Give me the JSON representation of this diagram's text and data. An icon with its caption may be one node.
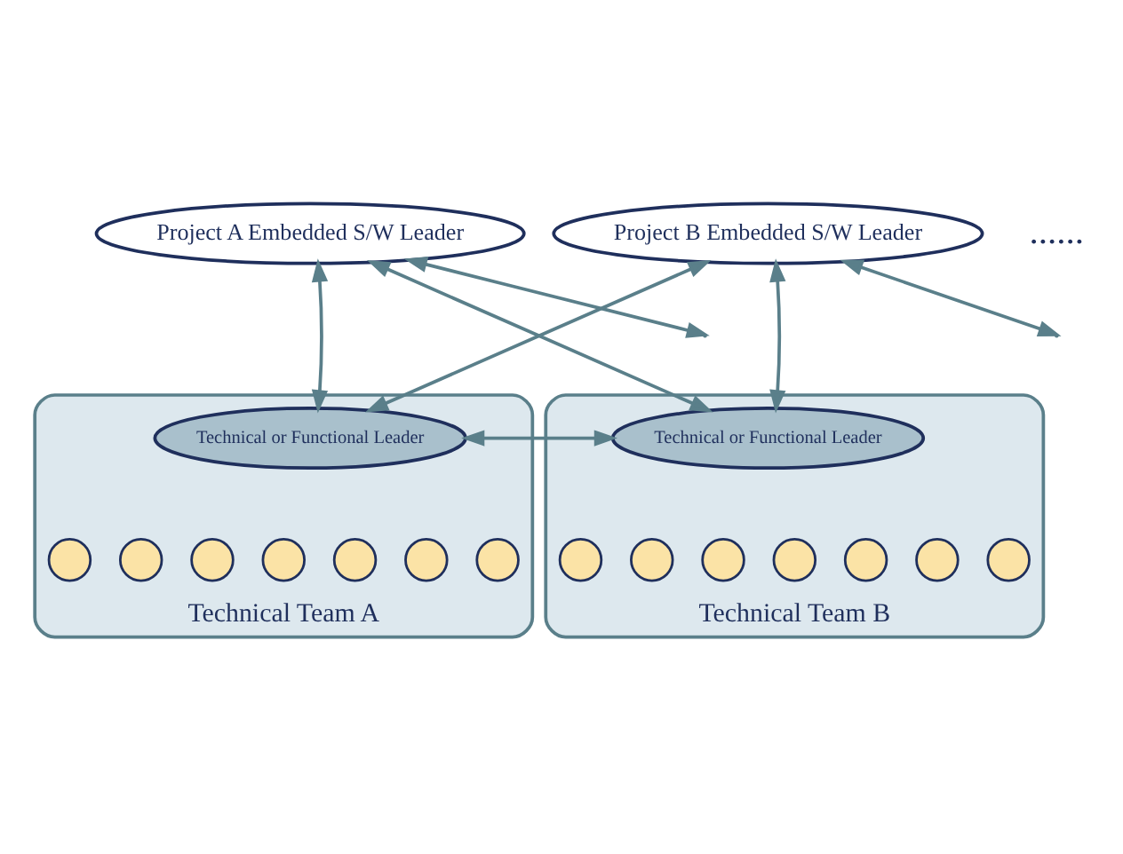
{
  "diagram": {
    "nodes": [
      {
        "text": [
          "Project A Embedded S/W Leader"
        ]
      },
      {
        "text": [
          "Project B Embedded S/W Leader"
        ]
      },
      {
        "text": [
          "Technical Team A"
        ]
      },
      {
        "text": [
          "Technical or Functional Leader"
        ],
        "in": 2
      },
      {
        "text": [],
        "shape": "circle",
        "in": 2
      },
      {
        "text": [],
        "shape": "circle",
        "in": 2
      },
      {
        "text": [],
        "shape": "circle",
        "in": 2
      },
      {
        "text": [],
        "shape": "circle",
        "in": 2
      },
      {
        "text": [],
        "shape": "circle",
        "in": 2
      },
      {
        "text": [],
        "shape": "circle",
        "in": 2
      },
      {
        "text": [],
        "shape": "circle",
        "in": 2
      },
      {
        "text": [
          "Technical Team B"
        ]
      },
      {
        "text": [
          "Technical or Functional Leader"
        ],
        "in": 11
      },
      {
        "text": [],
        "shape": "circle",
        "in": 11
      },
      {
        "text": [],
        "shape": "circle",
        "in": 11
      },
      {
        "text": [],
        "shape": "circle",
        "in": 11
      },
      {
        "text": [],
        "shape": "circle",
        "in": 11
      },
      {
        "text": [],
        "shape": "circle",
        "in": 11
      },
      {
        "text": [],
        "shape": "circle",
        "in": 11
      },
      {
        "text": [],
        "shape": "circle",
        "in": 11
      }
    ],
    "edges": [
      {
        "from": 0,
        "to": 3,
        "arrow": "both"
      },
      {
        "from": 0,
        "to": 12,
        "arrow": "both"
      },
      {
        "from": 1,
        "to": 3,
        "arrow": "both"
      },
      {
        "from": 1,
        "to": 12,
        "arrow": "both"
      },
      {
        "from": 3,
        "to": 12,
        "arrow": "both"
      },
      {
        "from": 0,
        "to": null,
        "arrow": "both"
      },
      {
        "from": 1,
        "to": null,
        "arrow": "both"
      }
    ],
    "labels": [
      "......"
    ]
  }
}
